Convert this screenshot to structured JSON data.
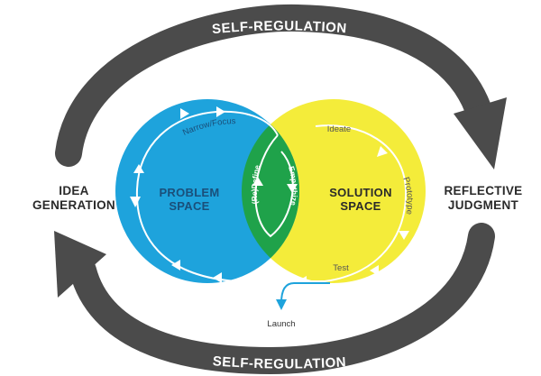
{
  "diagram": {
    "top_arc_label": "SELF-REGULATION",
    "bottom_arc_label": "SELF-REGULATION",
    "left_label": [
      "IDEA",
      "GENERATION"
    ],
    "right_label": [
      "REFLECTIVE",
      "JUDGMENT"
    ],
    "problem_space": {
      "lines": [
        "PROBLEM",
        "SPACE"
      ],
      "color": "#1ea3dc",
      "path_label": "Narrow/Focus"
    },
    "solution_space": {
      "lines": [
        "SOLUTION",
        "SPACE"
      ],
      "color": "#f4ec3a",
      "top_label": "Ideate",
      "side_label": "Prototype",
      "bottom_label": "Test"
    },
    "overlap": {
      "color": "#1fa24a",
      "left_label": "(Re)Define",
      "right_label": "Empathize"
    },
    "launch_label": "Launch",
    "arrow_color": "#4b4b4b"
  }
}
